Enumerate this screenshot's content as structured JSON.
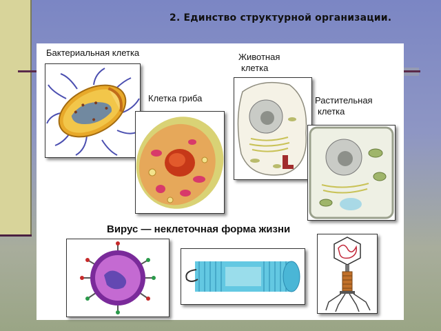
{
  "slide": {
    "title": "2. Единство структурной организации."
  },
  "labels": {
    "bacterial_cell": "Бактериальная клетка",
    "fungal_cell": "Клетка гриба",
    "animal_cell_line1": "Животная",
    "animal_cell_line2": "клетка",
    "plant_cell_line1": "Растительная",
    "plant_cell_line2": "клетка",
    "virus_caption": "Вирус — неклеточная форма жизни"
  },
  "colors": {
    "background_top": "#7b86c4",
    "left_bar": "#d8d49a",
    "panel": "#ffffff"
  }
}
